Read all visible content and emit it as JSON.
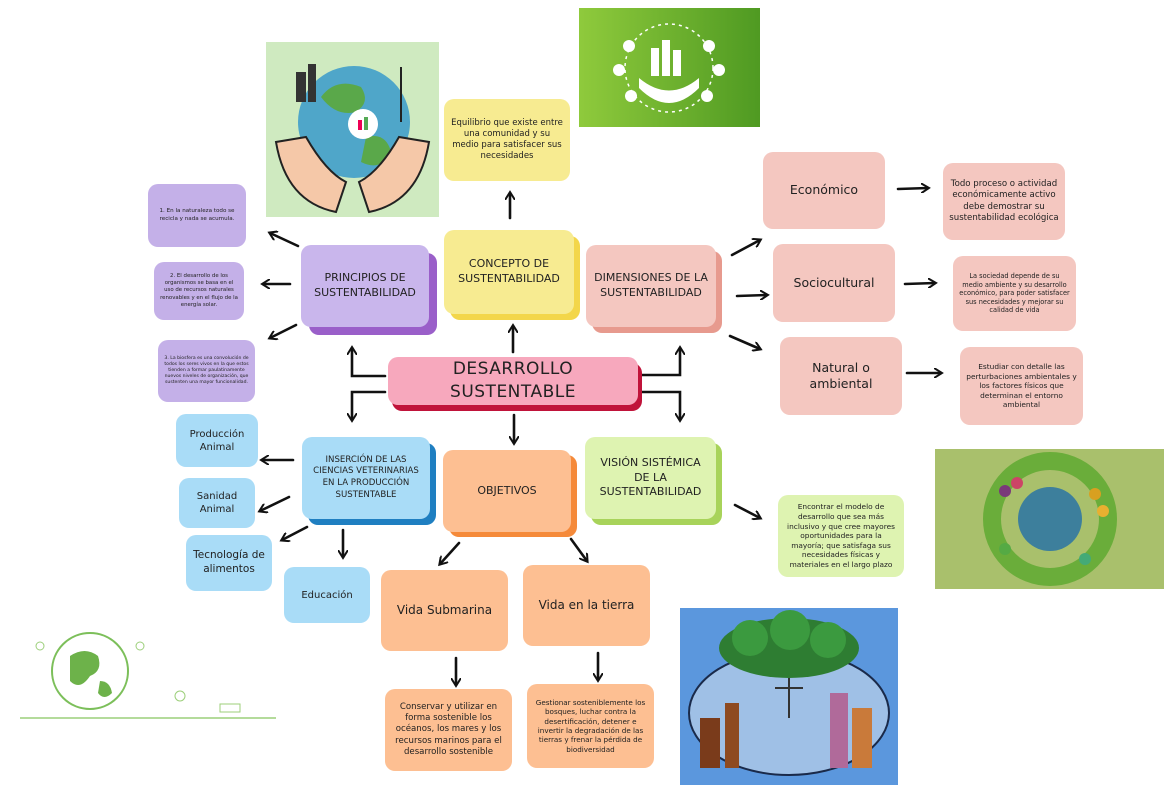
{
  "center": {
    "title": "DESARROLLO SUSTENTABLE"
  },
  "concepto": {
    "title": "CONCEPTO DE SUSTENTABILIDAD",
    "definition": "Equilibrio que existe entre una comunidad y su medio para satisfacer sus necesidades"
  },
  "principios": {
    "title": "PRINCIPIOS DE SUSTENTABILIDAD",
    "items": [
      "1. En la naturaleza todo se recicla y nada se acumula.",
      "2. El desarrollo de los organismos se basa en el uso de recursos naturales renovables y en el flujo de la energía solar.",
      "3. La biosfera es una convolución de todos los seres vivos en la que estos tienden a formar paulatinamente nuevos niveles de organización, que sustenten una mayor funcionalidad."
    ]
  },
  "dimensiones": {
    "title": "DIMENSIONES DE LA SUSTENTABILIDAD",
    "items": [
      {
        "label": "Económico",
        "desc": "Todo proceso o actividad económicamente activo debe demostrar su sustentabilidad ecológica"
      },
      {
        "label": "Sociocultural",
        "desc": "La sociedad depende de su medio ambiente y su desarrollo económico, para poder satisfacer sus necesidades y mejorar su calidad de vida"
      },
      {
        "label": "Natural o ambiental",
        "desc": "Estudiar con detalle las perturbaciones ambientales y los factores físicos que determinan el entorno ambiental"
      }
    ]
  },
  "insercion": {
    "title": "INSERCIÓN DE LAS CIENCIAS VETERINARIAS EN LA PRODUCCIÓN SUSTENTABLE",
    "items": [
      "Producción Animal",
      "Sanidad Animal",
      "Tecnología de alimentos",
      "Educación"
    ]
  },
  "objetivos": {
    "title": "OBJETIVOS",
    "items": [
      {
        "label": "Vida Submarina",
        "desc": "Conservar y utilizar en forma sostenible los océanos, los mares y los recursos marinos para el desarrollo sostenible"
      },
      {
        "label": "Vida en la tierra",
        "desc": "Gestionar sosteniblemente los bosques, luchar contra la desertificación, detener e invertir la degradación de las tierras y frenar la pérdida de biodiversidad"
      }
    ]
  },
  "vision": {
    "title": "VISIÓN SISTÉMICA DE LA SUSTENTABILIDAD",
    "desc": "Encontrar el modelo de desarrollo que sea más inclusivo y que cree mayores oportunidades para la mayoría; que satisfaga sus necesidades físicas y materiales en el largo plazo"
  },
  "colors": {
    "pink": "#f7a8bd",
    "yellow": "#f7eb91",
    "purple": "#c9b6ec",
    "salmon": "#f4c7c0",
    "blue": "#a9dcf7",
    "orange": "#fdbf92",
    "green": "#def3b1",
    "lilac": "#c4b0e8"
  }
}
